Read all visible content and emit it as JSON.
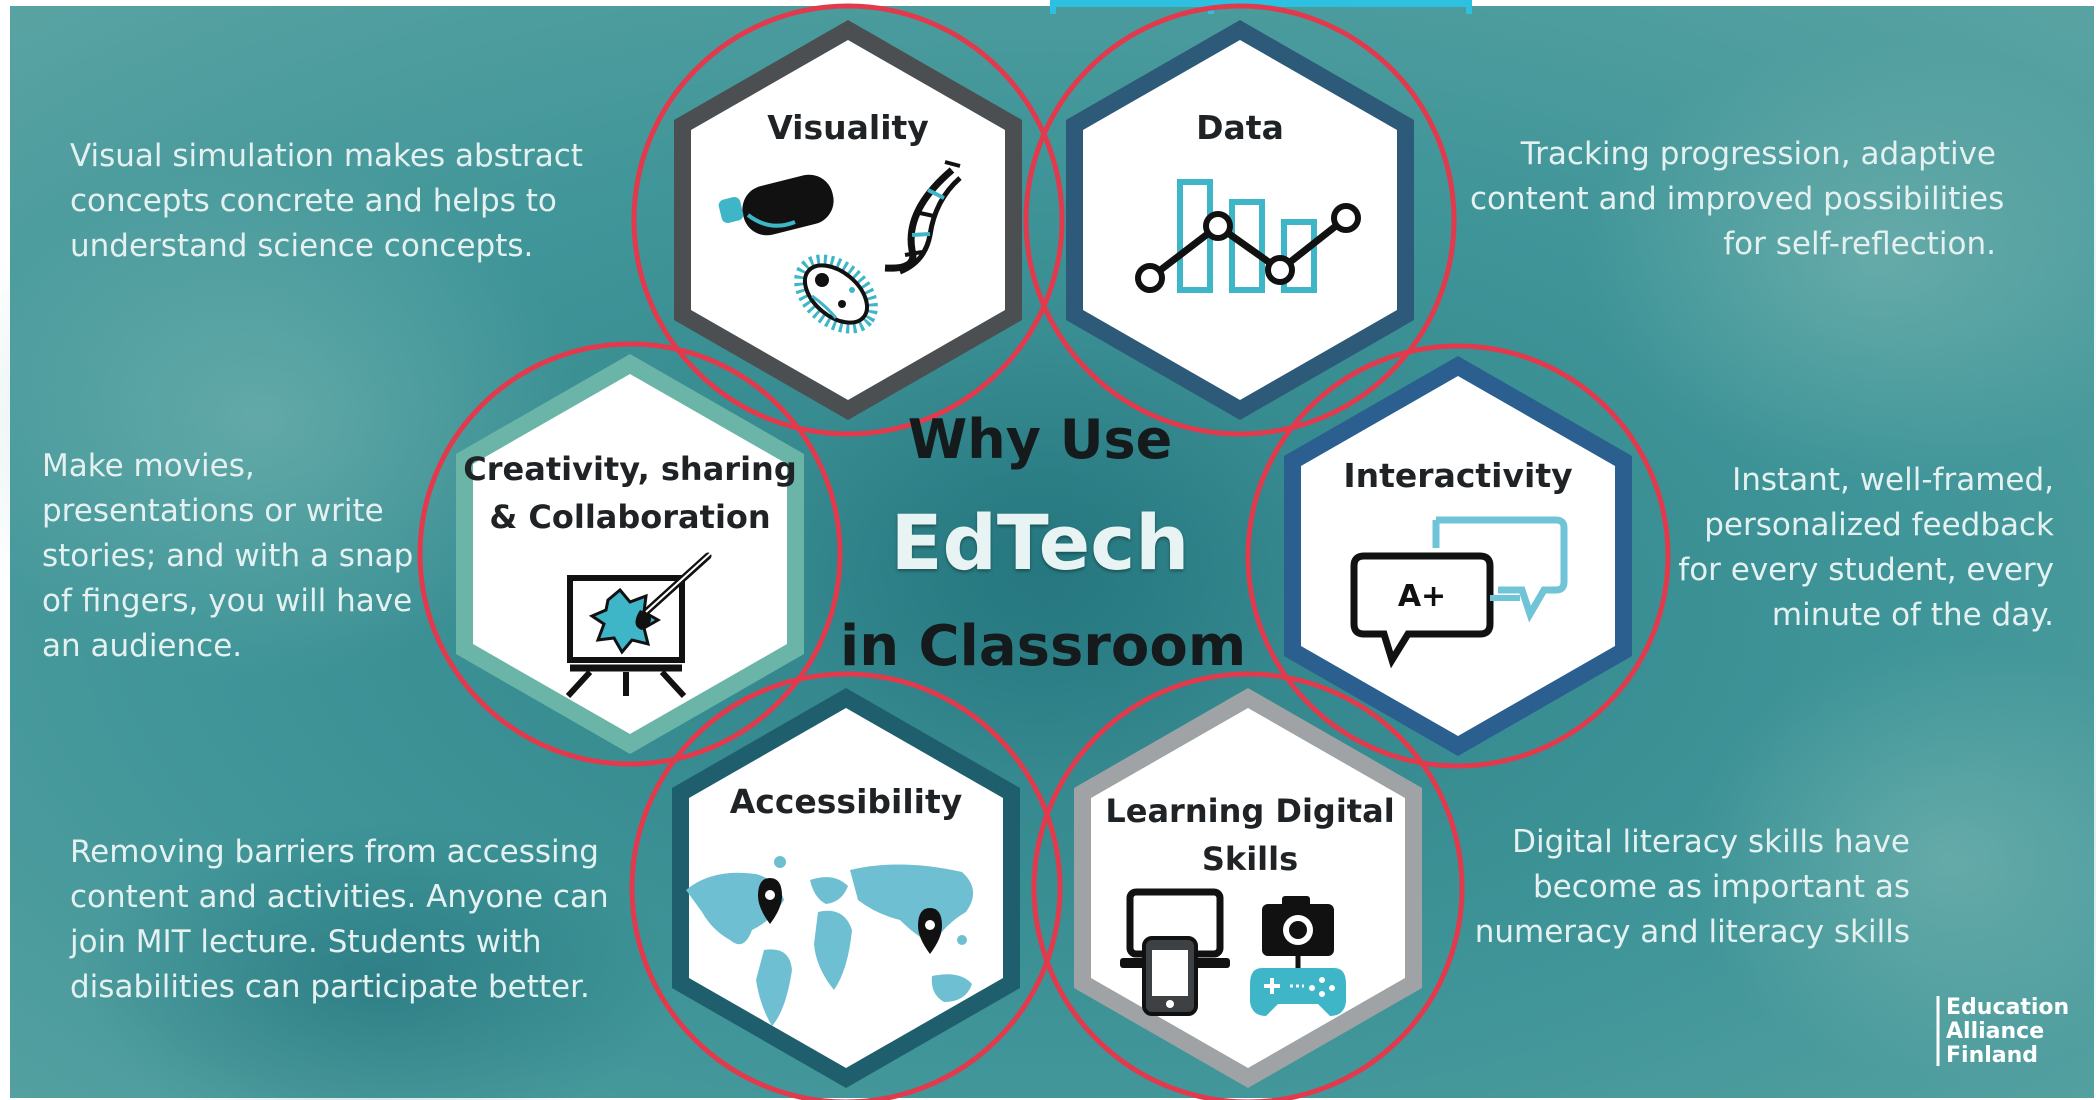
{
  "colors": {
    "background": "#3b8f95",
    "ring": "#e23a4c",
    "hex_fill": "#ffffff",
    "icon_dark": "#111111",
    "icon_accent": "#3fb6c7",
    "text_light": "#e4f1f0",
    "top_bar": "#2ec0e0"
  },
  "title": {
    "line1": "Why Use",
    "line2": "EdTech",
    "line3": "in Classroom"
  },
  "hexagons": {
    "visuality": {
      "title": "Visuality",
      "border_color": "#4b4f51",
      "icons": [
        "vr-headset-icon",
        "dna-icon",
        "microbe-icon"
      ]
    },
    "data": {
      "title": "Data",
      "border_color": "#2d5a78",
      "icons": [
        "line-bar-chart-icon"
      ]
    },
    "creativity": {
      "title_line1": "Creativity, sharing",
      "title_line2": "& Collaboration",
      "border_color": "#6bb5a8",
      "icons": [
        "easel-paintbrush-icon"
      ]
    },
    "interactivity": {
      "title": "Interactivity",
      "border_color": "#2a5f8f",
      "icons": [
        "chat-bubbles-icon"
      ],
      "bubble_text": "A+"
    },
    "accessibility": {
      "title": "Accessibility",
      "border_color": "#1f5f6d",
      "icons": [
        "world-map-icon",
        "location-pin-icon"
      ]
    },
    "digital_skills": {
      "title_line1": "Learning Digital",
      "title_line2": "Skills",
      "border_color": "#9fa3a5",
      "icons": [
        "laptop-icon",
        "phone-icon",
        "camera-icon",
        "gamepad-icon"
      ]
    }
  },
  "descriptions": {
    "visuality": [
      "Visual simulation makes abstract",
      "concepts concrete and helps to",
      "understand science concepts."
    ],
    "data": [
      "Tracking progression, adaptive",
      "content and improved possibilities",
      "for self-reflection."
    ],
    "creativity": [
      "Make movies,",
      "presentations or write",
      "stories; and with a snap",
      "of fingers, you will have",
      "an audience."
    ],
    "interactivity": [
      "Instant, well-framed,",
      "personalized feedback",
      "for every student, every",
      "minute of the day."
    ],
    "accessibility": [
      "Removing barriers from accessing",
      "content and activities. Anyone can",
      "join MIT lecture. Students with",
      "disabilities can participate better."
    ],
    "digital_skills": [
      "Digital literacy skills have",
      "become as important as",
      "numeracy and literacy skills"
    ]
  },
  "logo": {
    "lines": [
      "Education",
      "Alliance",
      "Finland"
    ]
  }
}
